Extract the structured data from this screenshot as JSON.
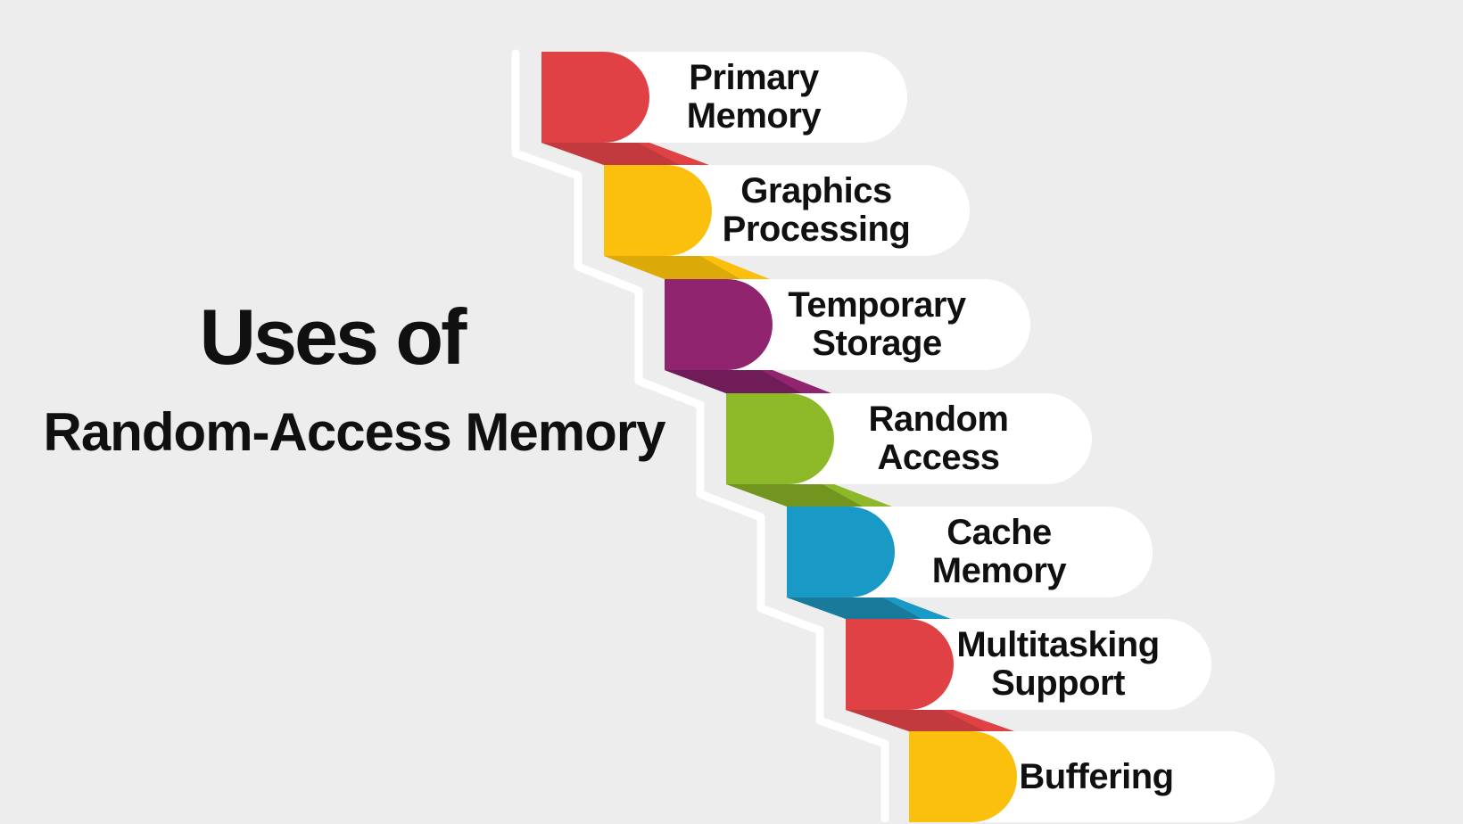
{
  "title": {
    "line1": "Uses of",
    "line2": "Random-Access Memory"
  },
  "items": [
    {
      "id": "primary-memory",
      "lines": [
        "Primary",
        "Memory"
      ],
      "color": "#DF4145",
      "color_dark": "#C33A3E"
    },
    {
      "id": "graphics-processing",
      "lines": [
        "Graphics",
        "Processing"
      ],
      "color": "#FAC00D",
      "color_dark": "#DBA908"
    },
    {
      "id": "temporary-storage",
      "lines": [
        "Temporary",
        "Storage"
      ],
      "color": "#90246F",
      "color_dark": "#701C59"
    },
    {
      "id": "random-access",
      "lines": [
        "Random",
        "Access"
      ],
      "color": "#8DB928",
      "color_dark": "#71951E"
    },
    {
      "id": "cache-memory",
      "lines": [
        "Cache",
        "Memory"
      ],
      "color": "#1999C5",
      "color_dark": "#1A7A9C"
    },
    {
      "id": "multitasking-support",
      "lines": [
        "Multitasking",
        "Support"
      ],
      "color": "#DF4145",
      "color_dark": "#C33A3E"
    },
    {
      "id": "buffering",
      "lines": [
        "Buffering"
      ],
      "color": "#FAC00D",
      "color_dark": "#DBA908"
    }
  ],
  "colors": {
    "background": "#EDEDED",
    "pill": "#FFFFFF",
    "outline": "#FFFFFF",
    "text": "#101010"
  }
}
